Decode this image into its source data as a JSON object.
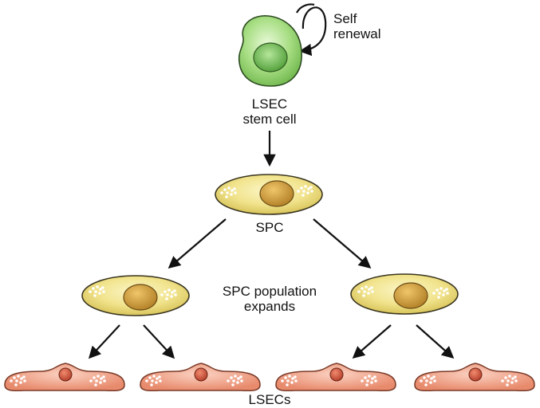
{
  "labels": {
    "self_renewal_line1": "Self",
    "self_renewal_line2": "renewal",
    "stem_line1": "LSEC",
    "stem_line2": "stem cell",
    "spc": "SPC",
    "expands_line1": "SPC population",
    "expands_line2": "expands",
    "lsecs": "LSECs"
  },
  "colors": {
    "stem_outer": "#8fd16c",
    "stem_nucleus": "#52a83a",
    "spc_body": "#efe38a",
    "spc_nucleus": "#c99a3a",
    "lsec_body": "#f3a68a",
    "lsec_nucleus": "#d35a44",
    "arrow": "#111111"
  }
}
